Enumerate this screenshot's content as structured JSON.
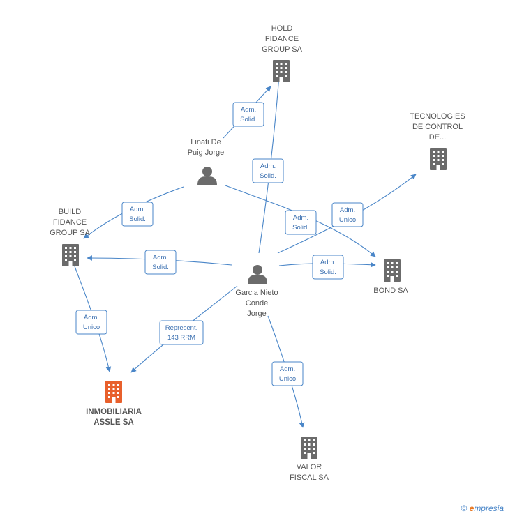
{
  "colors": {
    "edge": "#4a86c8",
    "building": "#6b6b6b",
    "building_main": "#e8602c",
    "person": "#6b6b6b"
  },
  "nodes": [
    {
      "id": "hold",
      "type": "company",
      "lines": [
        "HOLD",
        "FIDANCE",
        "GROUP SA"
      ],
      "icon": "building-icon"
    },
    {
      "id": "tecno",
      "type": "company",
      "lines": [
        "TECNOLOGIES",
        "DE CONTROL",
        "DE..."
      ],
      "icon": "building-icon"
    },
    {
      "id": "linati",
      "type": "person",
      "lines": [
        "Linati De",
        "Puig Jorge"
      ],
      "icon": "person-icon"
    },
    {
      "id": "build",
      "type": "company",
      "lines": [
        "BUILD",
        "FIDANCE",
        "GROUP SA"
      ],
      "icon": "building-icon"
    },
    {
      "id": "garcia",
      "type": "person",
      "lines": [
        "Garcia Nieto",
        "Conde",
        "Jorge"
      ],
      "icon": "person-icon"
    },
    {
      "id": "bond",
      "type": "company",
      "lines": [
        "BOND SA"
      ],
      "icon": "building-icon"
    },
    {
      "id": "inmo",
      "type": "company-main",
      "lines": [
        "INMOBILIARIA",
        "ASSLE SA"
      ],
      "icon": "building-icon"
    },
    {
      "id": "valor",
      "type": "company",
      "lines": [
        "VALOR",
        "FISCAL SA"
      ],
      "icon": "building-icon"
    }
  ],
  "edges": [
    {
      "from": "linati",
      "to": "hold",
      "label": [
        "Adm.",
        "Solid."
      ]
    },
    {
      "from": "garcia",
      "to": "hold",
      "label": [
        "Adm.",
        "Solid."
      ]
    },
    {
      "from": "linati",
      "to": "build",
      "label": [
        "Adm.",
        "Solid."
      ]
    },
    {
      "from": "linati",
      "to": "bond",
      "label": [
        "Adm.",
        "Solid."
      ]
    },
    {
      "from": "garcia",
      "to": "tecno",
      "label": [
        "Adm.",
        "Unico"
      ]
    },
    {
      "from": "garcia",
      "to": "build",
      "label": [
        "Adm.",
        "Solid."
      ]
    },
    {
      "from": "garcia",
      "to": "bond",
      "label": [
        "Adm.",
        "Solid."
      ]
    },
    {
      "from": "build",
      "to": "inmo",
      "label": [
        "Adm.",
        "Unico"
      ]
    },
    {
      "from": "garcia",
      "to": "inmo",
      "label": [
        "Represent.",
        "143 RRM"
      ]
    },
    {
      "from": "garcia",
      "to": "valor",
      "label": [
        "Adm.",
        "Unico"
      ]
    }
  ],
  "footer": {
    "copyright": "©",
    "brand_e": "e",
    "brand_rest": "mpresia"
  }
}
